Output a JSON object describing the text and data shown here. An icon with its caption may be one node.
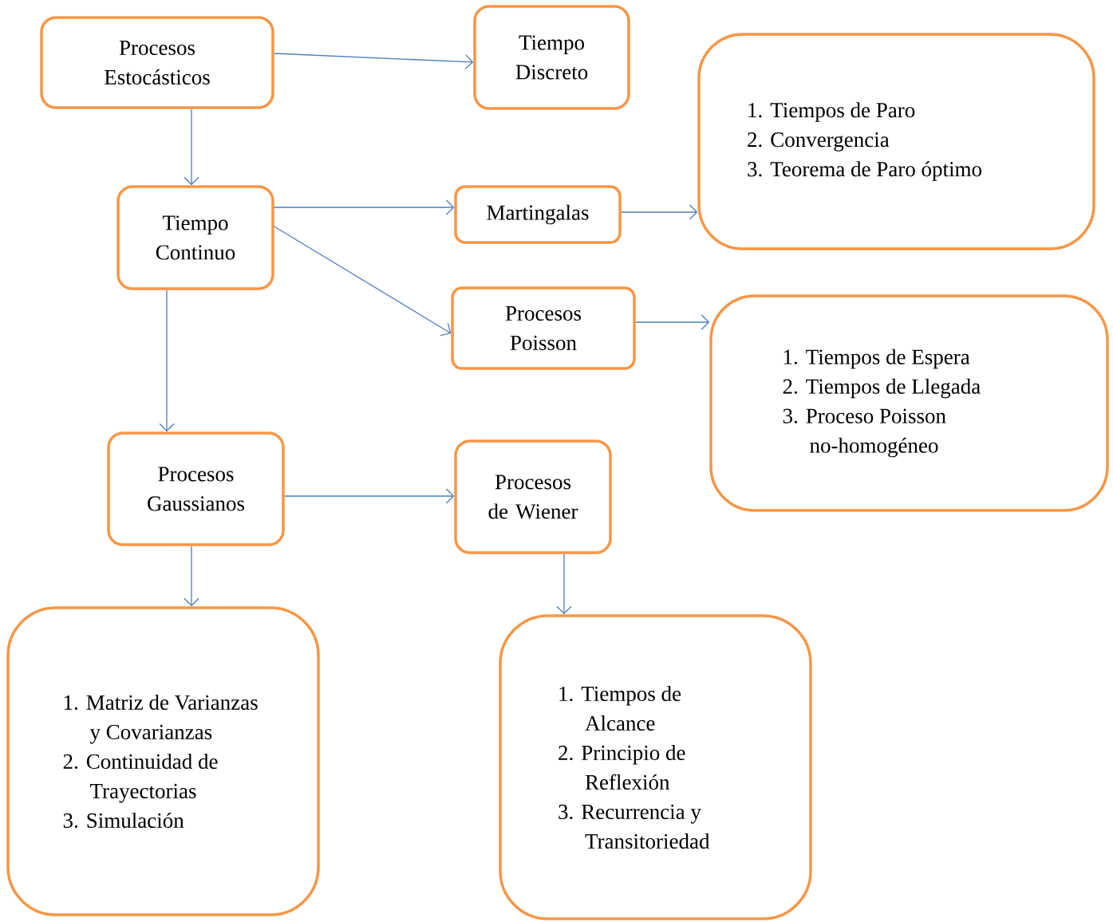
{
  "diagram": {
    "nodes": [
      {
        "text": [
          "Procesos Estocásticos"
        ]
      },
      {
        "text": [
          "Tiempo Discreto"
        ]
      },
      {
        "text": [
          "Tiempo Continuo"
        ]
      },
      {
        "text": [
          "Martingalas"
        ]
      },
      {
        "text": [
          "1. Tiempos de Paro",
          "2. Convergencia",
          "3. Teorema de Paro óptimo"
        ]
      },
      {
        "text": [
          "Procesos Poisson"
        ]
      },
      {
        "text": [
          "1. Tiempos de Espera",
          "2. Tiempos de Llegada",
          "3. Proceso Poisson no-homogéneo"
        ]
      },
      {
        "text": [
          "Procesos Gaussianos"
        ]
      },
      {
        "text": [
          "Procesos de Wiener"
        ]
      },
      {
        "text": [
          "1. Matriz de Varianzas y Covarianzas",
          "2. Continuidad de Trayectorias",
          "3. Simulación"
        ]
      },
      {
        "text": [
          "1. Tiempos de Alcance",
          "2. Principio de Reflexión",
          "3. Recurrencia y Transitoriedad"
        ]
      }
    ],
    "edges": [
      {
        "from": 0,
        "to": 1,
        "arrow": "to"
      },
      {
        "from": 0,
        "to": 2,
        "arrow": "to"
      },
      {
        "from": 2,
        "to": 3,
        "arrow": "to"
      },
      {
        "from": 2,
        "to": 5,
        "arrow": "to"
      },
      {
        "from": 3,
        "to": 4,
        "arrow": "to"
      },
      {
        "from": 5,
        "to": 6,
        "arrow": "to"
      },
      {
        "from": 2,
        "to": 7,
        "arrow": "to"
      },
      {
        "from": 7,
        "to": 8,
        "arrow": "to"
      },
      {
        "from": 7,
        "to": 9,
        "arrow": "to"
      },
      {
        "from": 8,
        "to": 10,
        "arrow": "to"
      }
    ]
  }
}
